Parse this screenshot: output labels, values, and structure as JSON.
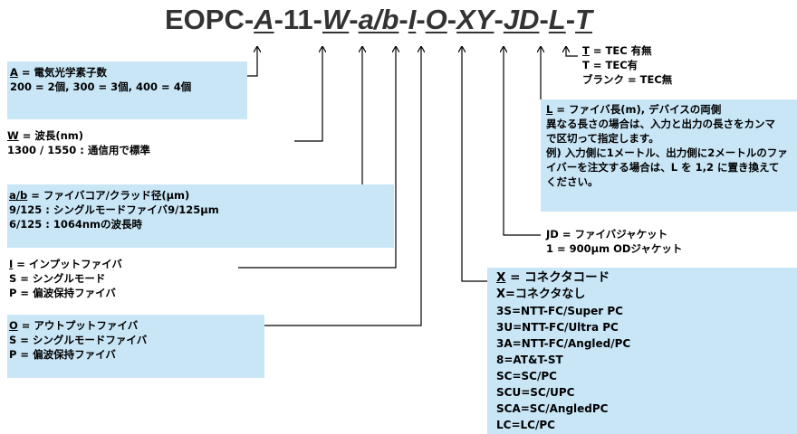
{
  "code": {
    "prefix": "EOPC-",
    "seg_a": "A",
    "mid1": "-11-",
    "seg_w": "W",
    "d1": "-",
    "seg_ab": "a/b",
    "d2": "-",
    "seg_i": "I",
    "d3": "-",
    "seg_o": "O",
    "d4": "-",
    "seg_xy": "XY",
    "d5": "-",
    "seg_jd": "JD",
    "d6": "-",
    "seg_l": "L",
    "d7": "-",
    "seg_t": "T"
  },
  "a": {
    "key": "A",
    "rest": " = 電気光学素子数",
    "line2": "200 = 2個, 300 = 3個, 400 = 4個"
  },
  "w": {
    "key": "W",
    "rest": " = 波長(nm)",
    "line2": "1300 / 1550 : 通信用で標準"
  },
  "ab": {
    "key": "a/b",
    "rest": " = ファイバコア/クラッド径(μm)",
    "line2": "9/125 : シングルモードファイバ9/125μm",
    "line3": "6/125 : 1064nmの波長時"
  },
  "i": {
    "key": "I",
    "rest": " = インプットファイバ",
    "line2": "S = シングルモード",
    "line3": "P = 偏波保持ファイバ"
  },
  "o": {
    "key": "O",
    "rest": " = アウトプットファイバ",
    "line2": "S = シングルモードファイバ",
    "line3": "P = 偏波保持ファイバ"
  },
  "x": {
    "key": "X",
    "rest": "  = コネクタコード",
    "none": "X=コネクタなし",
    "items": [
      "3S=NTT-FC/Super PC",
      "3U=NTT-FC/Ultra PC",
      "3A=NTT-FC/Angled/PC",
      "8=AT&T-ST",
      "SC=SC/PC",
      "SCU=SC/UPC",
      "SCA=SC/AngledPC",
      "LC=LC/PC"
    ]
  },
  "jd": {
    "line1": "JD = ファイバジャケット",
    "line2": "1 = 900μm ODジャケット"
  },
  "l": {
    "key": "L",
    "rest": " = ファイバ長(m), デバイスの両側",
    "lines": [
      "異なる長さの場合は、入力と出力の長さをカンマ",
      "で区切って指定します。",
      "例) 入力側に1メートル、出力側に2メートルのファ",
      "イバーを注文する場合は、L を 1,2 に置き換えて",
      "ください。"
    ]
  },
  "t": {
    "key": "T",
    "rest": " = TEC 有無",
    "line2": "T = TEC有",
    "line3": "ブランク = TEC無"
  },
  "colors": {
    "box_fill": "#c9e6f7",
    "title": "#333333"
  }
}
